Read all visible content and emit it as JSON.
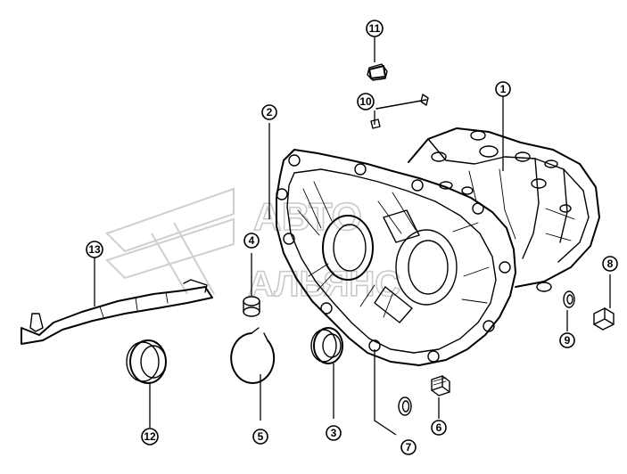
{
  "watermark": {
    "line1": "АВТО",
    "line2": "АЛЬЯНС"
  },
  "callouts": {
    "c1": "1",
    "c2": "2",
    "c3": "3",
    "c4": "4",
    "c5": "5",
    "c6": "6",
    "c7": "7",
    "c8": "8",
    "c9": "9",
    "c10": "10",
    "c11": "11",
    "c12": "12",
    "c13": "13"
  }
}
